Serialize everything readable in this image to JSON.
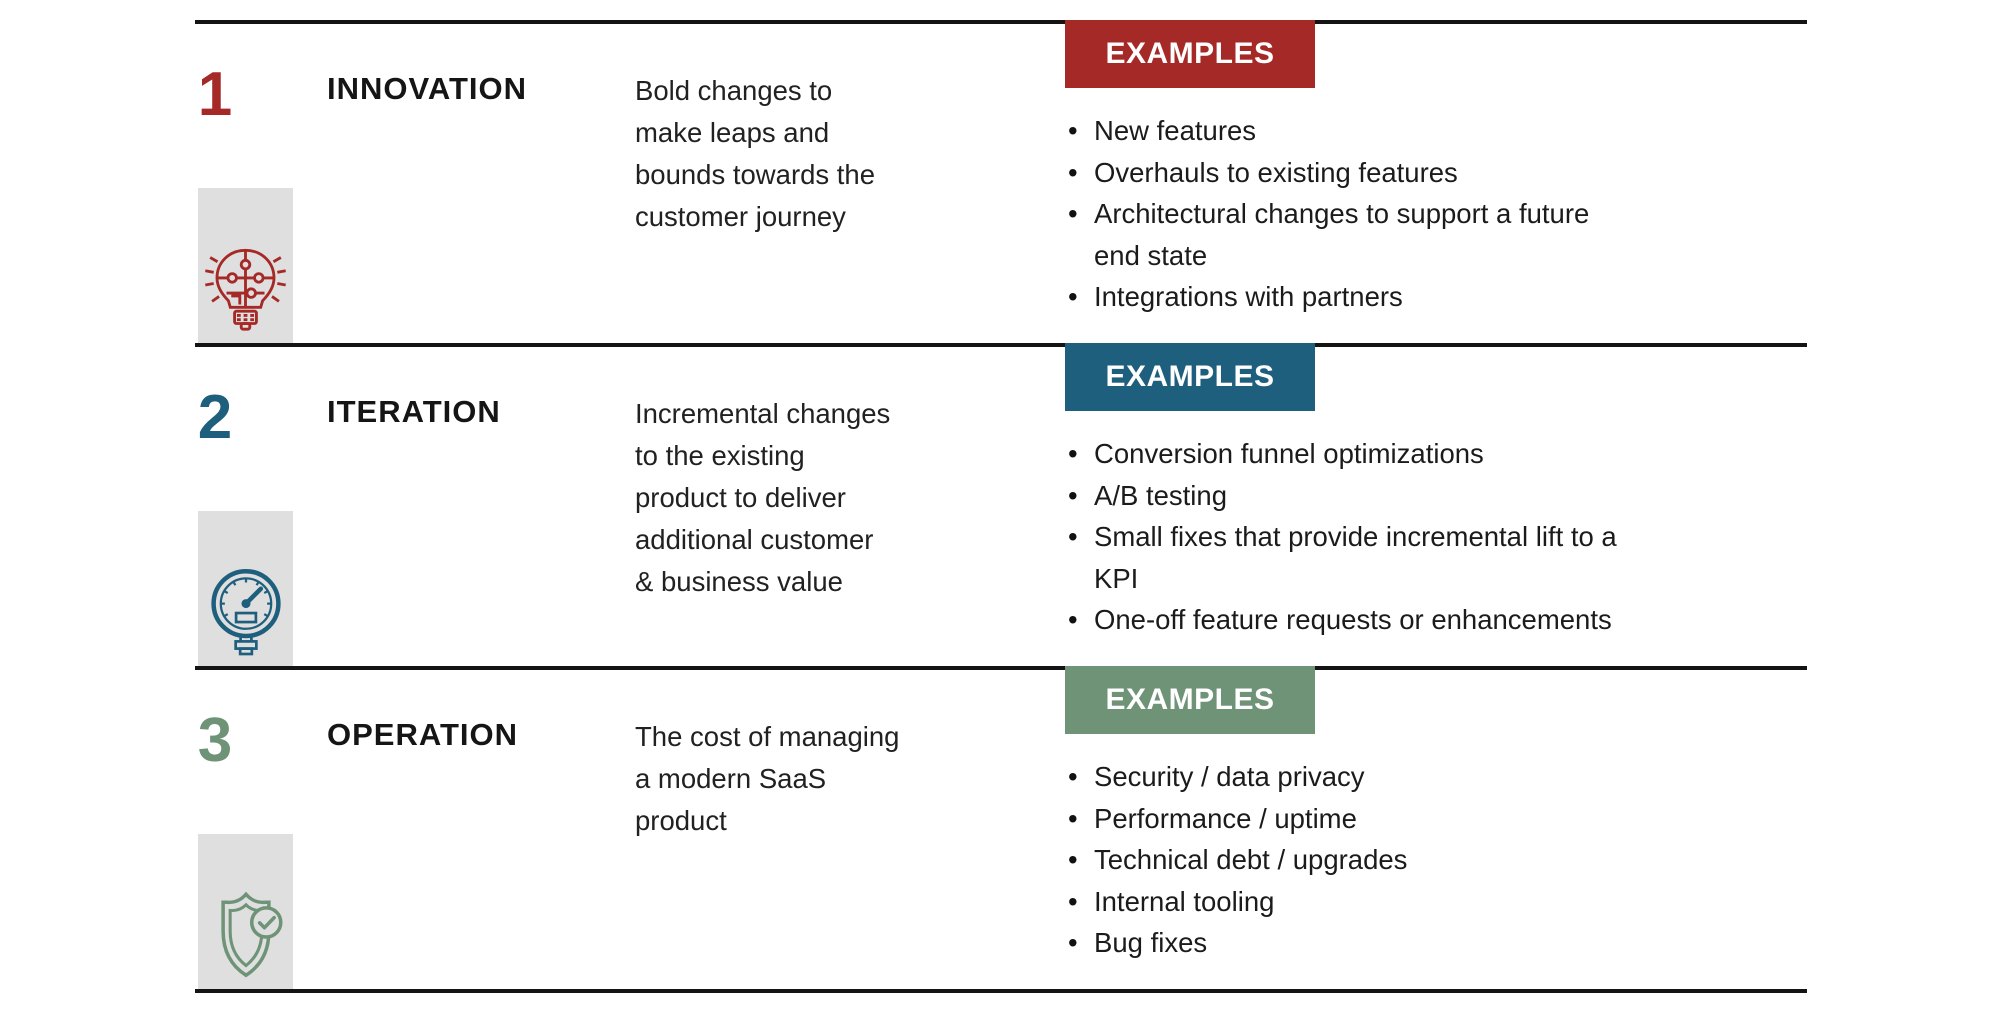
{
  "colors": {
    "divider": "#141414",
    "icon_box_bg": "#DFDFDF",
    "innovation_accent": "#A52A27",
    "iteration_accent": "#1F5F7E",
    "operation_accent": "#6E9377"
  },
  "rows": [
    {
      "number": "1",
      "title": "INNOVATION",
      "description": "Bold changes to\nmake leaps and\nbounds towards the\ncustomer journey",
      "accent": "#A52A27",
      "icon": "puzzle-lightbulb",
      "examples_label": "EXAMPLES",
      "examples": [
        "New features",
        "Overhauls to existing features",
        "Architectural changes to support a future\nend state",
        "Integrations with partners"
      ]
    },
    {
      "number": "2",
      "title": "ITERATION",
      "description": "Incremental changes\nto the existing\nproduct to deliver\nadditional customer\n& business value",
      "accent": "#1F5F7E",
      "icon": "gauge",
      "examples_label": "EXAMPLES",
      "examples": [
        "Conversion funnel optimizations",
        "A/B testing",
        "Small fixes that provide incremental lift to a\nKPI",
        "One-off feature requests or enhancements"
      ]
    },
    {
      "number": "3",
      "title": "OPERATION",
      "description": "The cost of managing\na modern SaaS\nproduct",
      "accent": "#6E9377",
      "icon": "shield-check",
      "examples_label": "EXAMPLES",
      "examples": [
        "Security / data privacy",
        "Performance / uptime",
        "Technical debt / upgrades",
        "Internal tooling",
        "Bug fixes"
      ]
    }
  ]
}
